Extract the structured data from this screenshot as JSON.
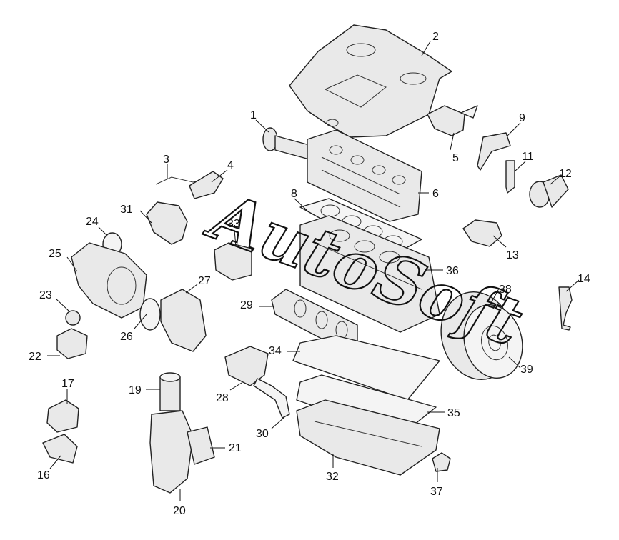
{
  "diagram": {
    "callouts": [
      "1",
      "2",
      "3",
      "4",
      "5",
      "6",
      "8",
      "9",
      "11",
      "12",
      "13",
      "14",
      "16",
      "17",
      "19",
      "20",
      "21",
      "22",
      "23",
      "24",
      "25",
      "26",
      "27",
      "28",
      "29",
      "30",
      "31",
      "32",
      "33",
      "34",
      "35",
      "36",
      "37",
      "38",
      "39"
    ],
    "watermark": "AutoSoft"
  }
}
